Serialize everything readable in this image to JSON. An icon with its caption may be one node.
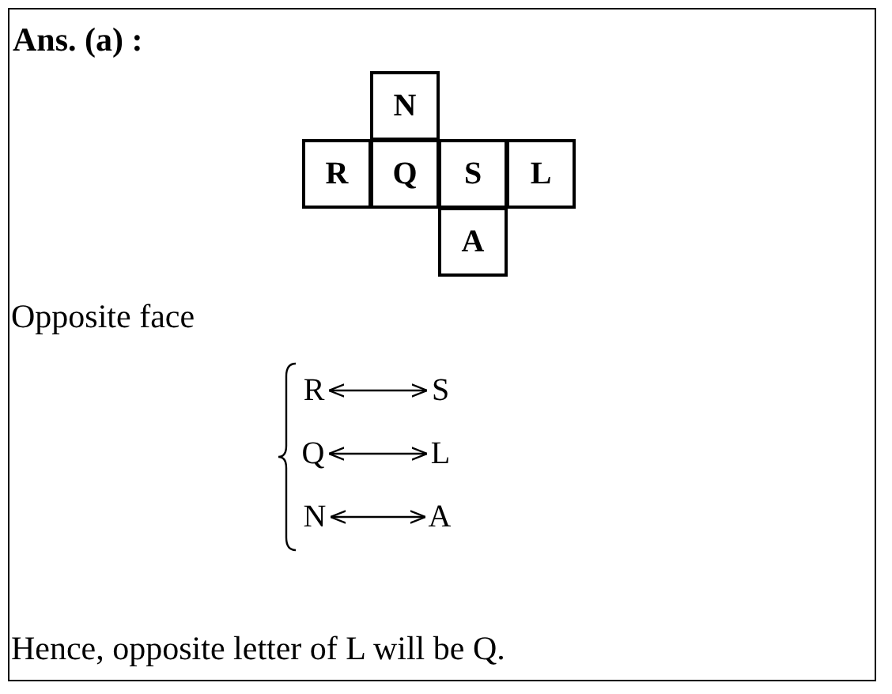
{
  "diagram": {
    "nodes": [
      {
        "text": [
          "N"
        ]
      },
      {
        "text": [
          "R"
        ]
      },
      {
        "text": [
          "Q"
        ]
      },
      {
        "text": [
          "S"
        ]
      },
      {
        "text": [
          "L"
        ]
      },
      {
        "text": [
          "A"
        ]
      },
      {
        "text": [
          "R"
        ]
      },
      {
        "text": [
          "S"
        ]
      },
      {
        "text": [
          "Q"
        ]
      },
      {
        "text": [
          "L"
        ]
      },
      {
        "text": [
          "N"
        ]
      },
      {
        "text": [
          "A"
        ]
      }
    ],
    "edges": [
      {
        "from": 6,
        "to": 7,
        "arrow": "both"
      },
      {
        "from": 8,
        "to": 9,
        "arrow": "both"
      },
      {
        "from": 10,
        "to": 11,
        "arrow": "both"
      }
    ],
    "labels": [
      "Ans. (a) :",
      "Opposite face",
      "Hence, opposite letter of L will be Q."
    ]
  }
}
